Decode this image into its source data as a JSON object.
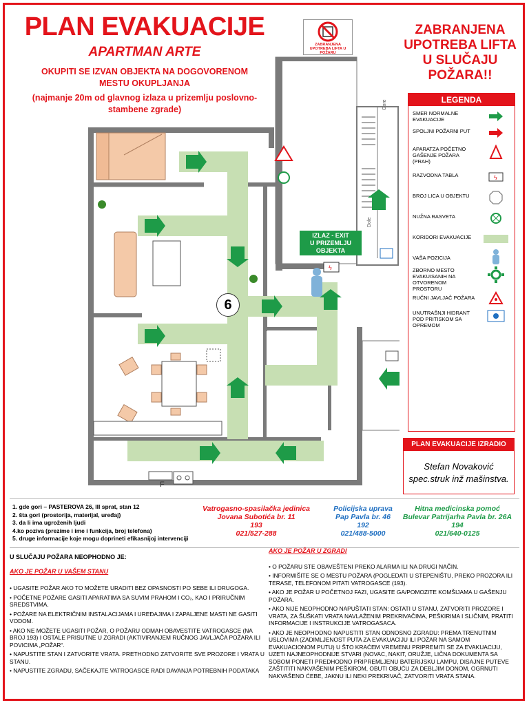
{
  "header": {
    "title": "PLAN EVAKUACIJE",
    "subtitle": "APARTMAN ARTE",
    "assemble_line1": "OKUPITI SE IZVAN OBJEKTA NA DOGOVORENOM",
    "assemble_line2": "MESTU OKUPLJANJA",
    "assemble_note1": "(najmanje 20m od glavnog izlaza u prizemlju poslovno-",
    "assemble_note2": "stambene zgrade)"
  },
  "warning": {
    "line1": "ZABRANJENA",
    "line2": "UPOTREBA LIFTA",
    "line3": "U SLUČAJU",
    "line4": "POŽARA!!",
    "sign_text": "ZABRANJENA UPOTREBA LIFTA U POŽARU"
  },
  "legend": {
    "title": "LEGENDA",
    "items": [
      {
        "label": "SMER NORMALNE EVAKUACIJE",
        "icon": "green-arrow-icon"
      },
      {
        "label": "SPOLJNI POŽARNI PUT",
        "icon": "red-arrow-icon"
      },
      {
        "label": "APARATZA POČETNO GAŠENJE POŽARA (PRAH)",
        "icon": "fire-extinguisher-icon"
      },
      {
        "label": "RAZVODNA TABLA",
        "icon": "electrical-panel-icon"
      },
      {
        "label": "BROJ LICA U OBJEKTU",
        "icon": "occupancy-octagon-icon"
      },
      {
        "label": "NUŽNA RASVETA",
        "icon": "emergency-light-icon"
      },
      {
        "label": "KORIDORI EVAKUACIJE",
        "icon": "corridor-swatch-icon"
      },
      {
        "label": "VAŠA POZICIJA",
        "icon": "person-icon"
      },
      {
        "label": "ZBORNO MESTO EVAKUISANIH NA OTVORENOM PROSTORU",
        "icon": "assembly-point-icon"
      },
      {
        "label": "RUČNI JAVLJAČ POŽARA",
        "icon": "fire-alarm-icon"
      },
      {
        "label": "UNUTRAŠNJI HIDRANT POD PRITISKOM SA OPREMOM",
        "icon": "hydrant-icon"
      }
    ]
  },
  "plan": {
    "exit_sign_line1": "IZLAZ - EXIT",
    "exit_sign_line2": "U PRIZEMLJU",
    "exit_sign_line3": "OBJEKTA",
    "occupants": "6",
    "stairs_up": "Gore",
    "stairs_down": "Dole",
    "stove_label": "F",
    "colors": {
      "wall": "#7a7a7a",
      "corridor": "#c7dfb3",
      "arrow": "#1e9b48",
      "red": "#e3141b",
      "sofa": "#f4c9a8"
    }
  },
  "made_by": {
    "title": "PLAN EVAKUACIJE IZRADIO",
    "name": "Stefan Novaković",
    "role": "spec.struk inž mašinstva."
  },
  "report": {
    "lines": [
      "1. gde gori – PASTEROVA 26, III sprat, stan 12",
      "2. šta gori (prostorija, materijal, uređaj)",
      "3. da li ima ugroženih ljudi",
      "4.ko poziva (prezime i ime i funkcija, broj telefona)",
      "5. druge informacije koje mogu doprineti efikasnijoj intervenciji"
    ]
  },
  "services": [
    {
      "name": "Vatrogasno-spasilačka jedinica",
      "address": "Jovana Subotića br. 11",
      "phone": "193",
      "number": "021/527-288",
      "color": "#e3141b"
    },
    {
      "name": "Policijska uprava",
      "address": "Pap Pavla br. 46",
      "phone": "192",
      "number": "021/488-5000",
      "color": "#1f6fc1"
    },
    {
      "name": "Hitna medicinska pomoć",
      "address": "Bulevar Patrijarha Pavla br. 26A",
      "phone": "194",
      "number": "021/640-0125",
      "color": "#1e9b48"
    }
  ],
  "instructions_left": {
    "heading": "U SLUČAJU POŽARA NEOPHODNO JE:",
    "subheading": "AKO JE POŽAR U VAŠEM STANU",
    "items": [
      "• UGASITE POŽAR AKO TO MOŽETE URADITI BEZ OPASNOSTI PO SEBE ILI DRUGOGA.",
      "• POČETNE POŽARE GASITI APARATIMA SA SUVIM PRAHOM I CO₂, KAO I PRIRUČNIM SREDSTVIMA.",
      "• POŽARE NA ELEKTRIČNIM INSTALACIJAMA I UREĐAJIMA I ZAPALJENE MASTI NE GASITI VODOM.",
      "• AKO NE MOŽETE UGASITI POŽAR, O POŽARU ODMAH OBAVESTITE VATROGASCE (NA BROJ 193) I OSTALE PRISUTNE U ZGRADI (AKTIVIRANJEM RUČNOG JAVLJAČA POŽARA ILI POVICIMA „POŽAR“.",
      "• NAPUSTITE STAN I ZATVORITE VRATA. PRETHODNO ZATVORITE SVE PROZORE I VRATA U STANU.",
      "• NAPUSTITE ZGRADU, SAČEKAJTE VATROGASCE RADI DAVANJA POTREBNIH PODATAKA"
    ]
  },
  "instructions_right": {
    "subheading": "AKO JE POŽAR U ZGRADI",
    "items": [
      "• O POŽARU STE OBAVEŠTENI PREKO ALARMA ILI NA DRUGI NAČIN.",
      "• INFORMIŠITE SE O MESTU POŽARA (POGLEDATI U STEPENIŠTU, PREKO PROZORA ILI TERASE, TELEFONOM PITATI VATROGASCE (193).",
      "• AKO JE POŽAR U POČETNOJ FAZI, UGASITE GA/POMOZITE KOMŠIJAMA U GAŠENJU POŽARA.",
      "• AKO NIJE NEOPHODNO NAPUŠTATI STAN: OSTATI U STANU, ZATVORITI PROZORE I VRATA, ZA ŠUŠKATI VRATA NAVLAŽENIM PREKRIVAČIMA, PEŠKIRIMA I SLIČNIM, PRATITI INFORMACIJE I INSTRUKCIJE VATROGASACA.",
      "• AKO JE NEOPHODNO NAPUSTITI STAN ODNOSNO ZGRADU: PREMA TRENUTNIM USLOVIMA (ZADIMLJENOST PUTA ZA EVAKUACIJU ILI POŽAR NA SAMOM EVAKUACIONOM PUTU) U ŠTO KRAĆEM VREMENU PRIPREMITI SE ZA EVAKUACIJU, UZETI NAJNEOPHODNIJE STVARI (NOVAC, NAKIT, ORUŽJE, LIČNA DOKUMENTA SA SOBOM PONETI PREDHODNO PRIPREMLJENU BATERIJSKU LAMPU, DISAJNE PUTEVE ZAŠTITITI NAKVAŠENIM PEŠKIROM, OBUTI OBUĆU ZA DEBLJIM DONOM, OGRNUTI NAKVAŠENO ĆEBE, JAKNU ILI NEKI PREKRIVAČ, ZATVORITI VRATA STANA."
    ]
  }
}
